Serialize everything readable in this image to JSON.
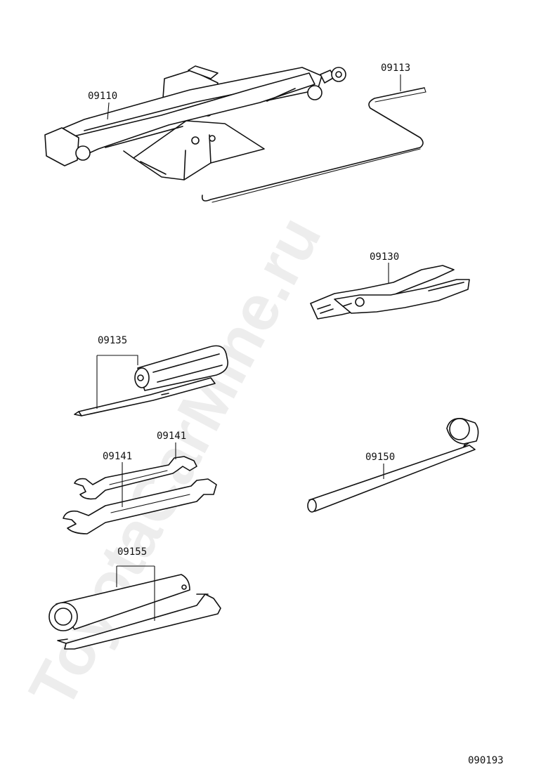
{
  "diagram": {
    "watermark": "ToyotaCarMine.ru",
    "figure_code": "090193",
    "parts": [
      {
        "id": "09110"
      },
      {
        "id": "09113"
      },
      {
        "id": "09130"
      },
      {
        "id": "09135"
      },
      {
        "id": "09141"
      },
      {
        "id": "09141"
      },
      {
        "id": "09150"
      },
      {
        "id": "09155"
      }
    ],
    "icons": [
      "scissor-jack-icon",
      "jack-handle-icon",
      "pliers-icon",
      "screwdriver-icon",
      "open-end-wrench-icon",
      "wheel-nut-wrench-icon",
      "plug-wrench-icon"
    ]
  }
}
